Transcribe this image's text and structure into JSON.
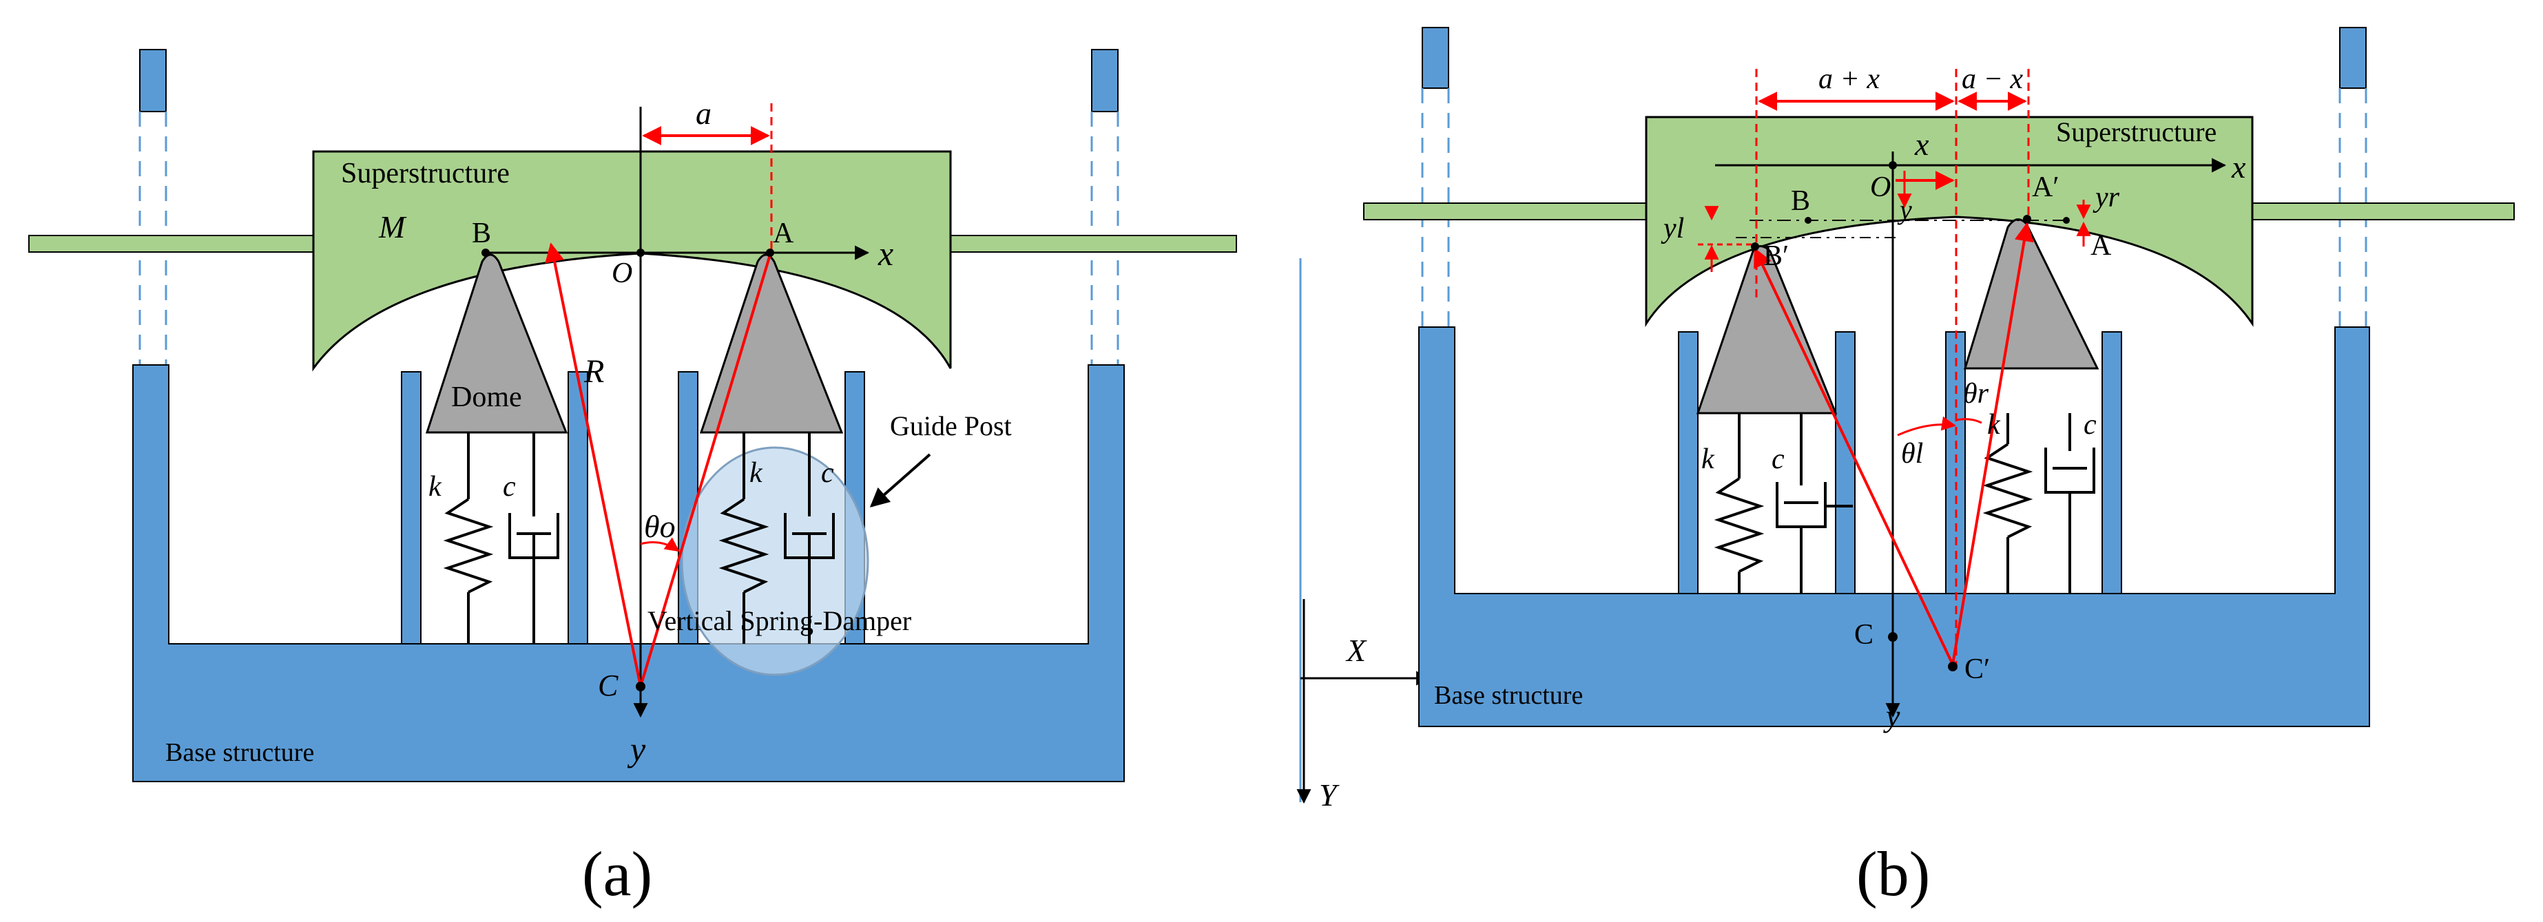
{
  "colors": {
    "base": "#5b9bd5",
    "superstructure": "#a9d18e",
    "dome": "#a6a6a6",
    "outline": "#000000",
    "annotation": "#ff0000",
    "guide_highlight": "#bdd7ee"
  },
  "panel_a": {
    "caption": "(a)",
    "superstructure": "Superstructure",
    "mass": "M",
    "point_b": "B",
    "point_a": "A",
    "origin": "O",
    "axis_x": "x",
    "axis_y": "y",
    "radius": "R",
    "dim_a": "a",
    "dome": "Dome",
    "spring_k1": "k",
    "damper_c1": "c",
    "spring_k2": "k",
    "damper_c2": "c",
    "guide_post": "Guide Post",
    "vertical_spring_damper": "Vertical Spring-Damper",
    "angle": "θo",
    "center": "C",
    "base": "Base structure"
  },
  "panel_b": {
    "caption": "(b)",
    "superstructure": "Superstructure",
    "dim_a_plus_x": "a + x",
    "dim_a_minus_x": "a − x",
    "disp_x": "x",
    "axis_x": "x",
    "origin": "O",
    "disp_y": "y",
    "point_b": "B",
    "point_b_prime": "B′",
    "point_a": "A",
    "point_a_prime": "A′",
    "y_left": "yl",
    "y_right": "yr",
    "angle_r": "θr",
    "angle_l": "θl",
    "spring_k1": "k",
    "damper_c1": "c",
    "spring_k2": "k",
    "damper_c2": "c",
    "center": "C",
    "center_prime": "C′",
    "axis_y": "y",
    "global_x": "X",
    "global_y": "Y",
    "base": "Base structure"
  }
}
